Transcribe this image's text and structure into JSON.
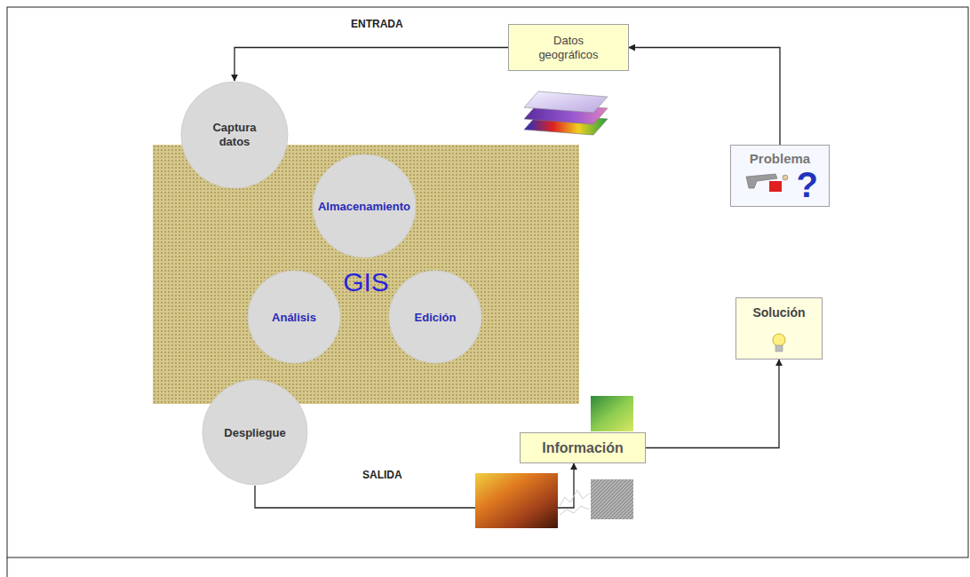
{
  "diagram": {
    "nodes": [
      {
        "text": [
          "Datos geográficos"
        ]
      },
      {
        "text": [
          "Captura datos"
        ]
      },
      {
        "text": [
          "GIS"
        ]
      },
      {
        "text": [
          "Almacenamiento"
        ],
        "in": 2
      },
      {
        "text": [
          "Análisis"
        ],
        "in": 2
      },
      {
        "text": [
          "Edición"
        ],
        "in": 2
      },
      {
        "text": [
          "Problema",
          "?"
        ]
      },
      {
        "text": [
          "Solución"
        ]
      },
      {
        "text": [
          "Despliegue"
        ]
      },
      {
        "text": [
          "Información"
        ]
      }
    ],
    "edges": [
      {
        "from": 0,
        "to": 1,
        "label": "ENTRADA",
        "arrow": "to"
      },
      {
        "from": 6,
        "to": 0,
        "arrow": "to"
      },
      {
        "from": 8,
        "to": 9,
        "label": "SALIDA",
        "arrow": "to"
      },
      {
        "from": 9,
        "to": 7,
        "arrow": "to"
      }
    ]
  }
}
